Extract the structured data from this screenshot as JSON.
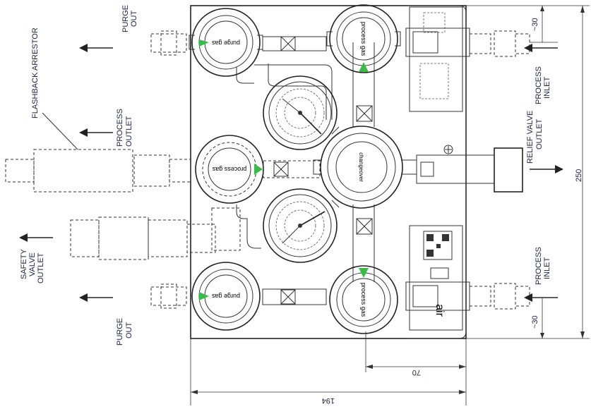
{
  "labels": {
    "purge_out_top": [
      "PURGE",
      "OUT"
    ],
    "flashback": "FLASHBACK ARRESTOR",
    "process_outlet": [
      "PROCESS",
      "OUTLET"
    ],
    "safety_valve_outlet": [
      "SAFETY",
      "VALVE",
      "OUTLET"
    ],
    "purge_out_bottom": [
      "PURGE",
      "OUT"
    ],
    "process_inlet_top": [
      "PROCESS",
      "INLET"
    ],
    "relief_valve_outlet": [
      "RELIEF VALVE",
      "OUTLET"
    ],
    "process_inlet_bottom": [
      "PROCESS",
      "INLET"
    ]
  },
  "dimensions": {
    "dim_30_top": "~30",
    "dim_30_bottom": "~30",
    "dim_250": "250",
    "dim_70": "70",
    "dim_194": "194"
  },
  "regulators": {
    "purge_gas": "purge gas",
    "process_gas": "process gas",
    "changeover": "changeover"
  },
  "logo": "air",
  "colors": {
    "accent_green": "#3cb94a",
    "line": "#333333",
    "label": "#1c2340"
  }
}
